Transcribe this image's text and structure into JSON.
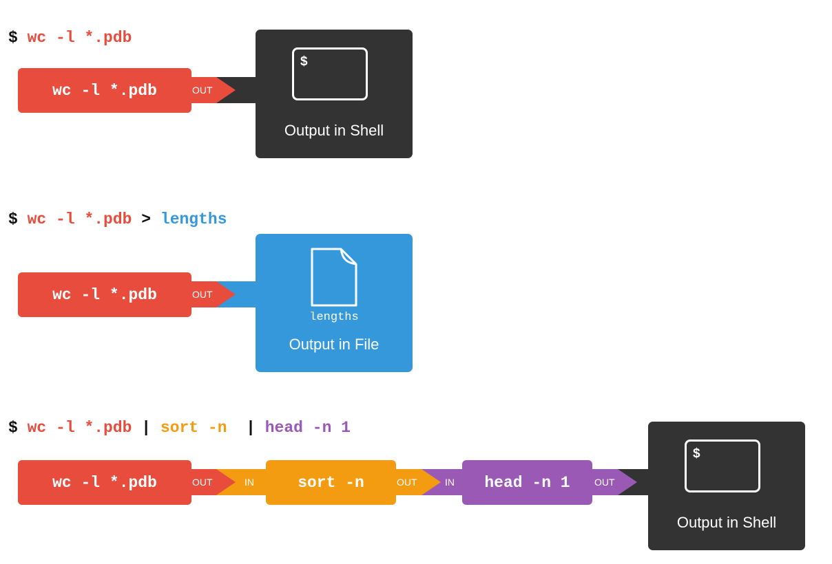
{
  "example1": {
    "prompt": "$",
    "command": "wc -l *.pdb",
    "box_label": "wc -l *.pdb",
    "out_label": "OUT",
    "panel_prompt": "$",
    "panel_label": "Output in Shell"
  },
  "example2": {
    "prompt": "$",
    "command": "wc -l *.pdb",
    "redirect": ">",
    "target": "lengths",
    "box_label": "wc -l *.pdb",
    "out_label": "OUT",
    "file_name": "lengths",
    "panel_label": "Output in File"
  },
  "example3": {
    "prompt": "$",
    "command": "wc -l *.pdb",
    "pipe1": "|",
    "command2": "sort -n",
    "pipe2": "|",
    "command3": "head -n 1",
    "box1_label": "wc -l *.pdb",
    "box2_label": "sort -n",
    "box3_label": "head -n 1",
    "out_label": "OUT",
    "in_label": "IN",
    "panel_prompt": "$",
    "panel_label": "Output in Shell"
  },
  "colors": {
    "wc": "#e74c3c",
    "sort": "#f39c12",
    "head": "#9b59b6",
    "shell": "#333333",
    "file": "#3498db"
  }
}
